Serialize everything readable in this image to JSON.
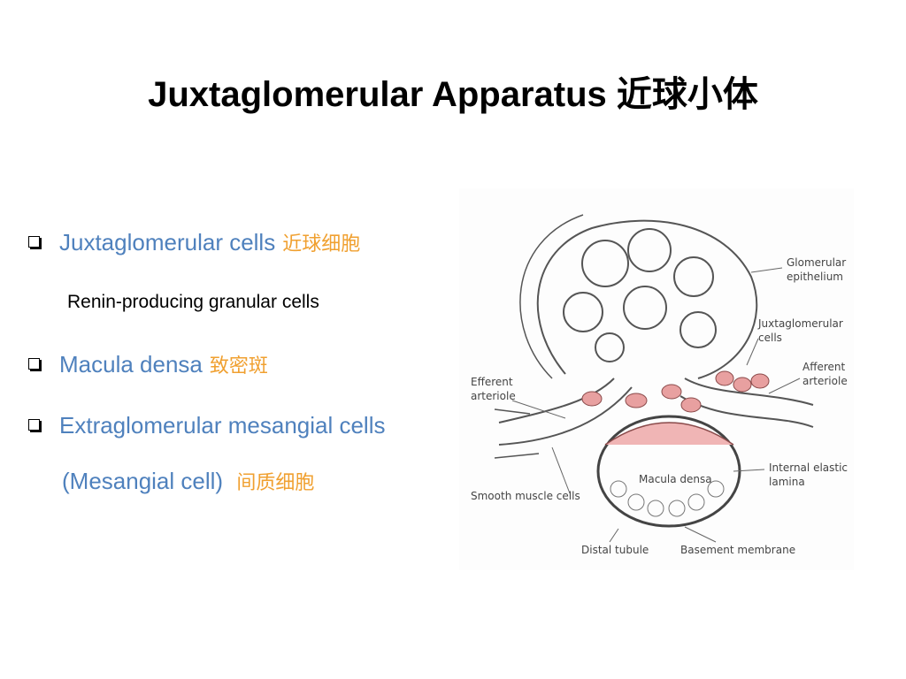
{
  "slide": {
    "title": "Juxtaglomerular Apparatus",
    "title_cn": "近球小体"
  },
  "bullets": [
    {
      "text": "Juxtaglomerular cells",
      "cn": "近球细胞"
    },
    {
      "text": "Macula densa",
      "cn": "致密斑"
    },
    {
      "text": "Extraglomerular mesangial cells",
      "cn": ""
    }
  ],
  "sub_line": "Renin-producing granular cells",
  "continuation": {
    "text": "(Mesangial cell)",
    "cn": "间质细胞"
  },
  "figure": {
    "labels": {
      "glomerular_epithelium_1": "Glomerular",
      "glomerular_epithelium_2": "epithelium",
      "juxtaglomerular_cells_1": "Juxtaglomerular",
      "juxtaglomerular_cells_2": "cells",
      "afferent_1": "Afferent",
      "afferent_2": "arteriole",
      "efferent_1": "Efferent",
      "efferent_2": "arteriole",
      "internal_elastic_1": "Internal elastic",
      "internal_elastic_2": "lamina",
      "macula_densa": "Macula densa",
      "smooth_muscle": "Smooth muscle cells",
      "distal_tubule": "Distal tubule",
      "basement_membrane": "Basement membrane"
    },
    "colors": {
      "granular_cells": "#e8a0a0",
      "lines": "#555555"
    }
  },
  "colors": {
    "bullet_text": "#4f81bd",
    "cn_accent": "#f0a030",
    "title": "#000000"
  }
}
